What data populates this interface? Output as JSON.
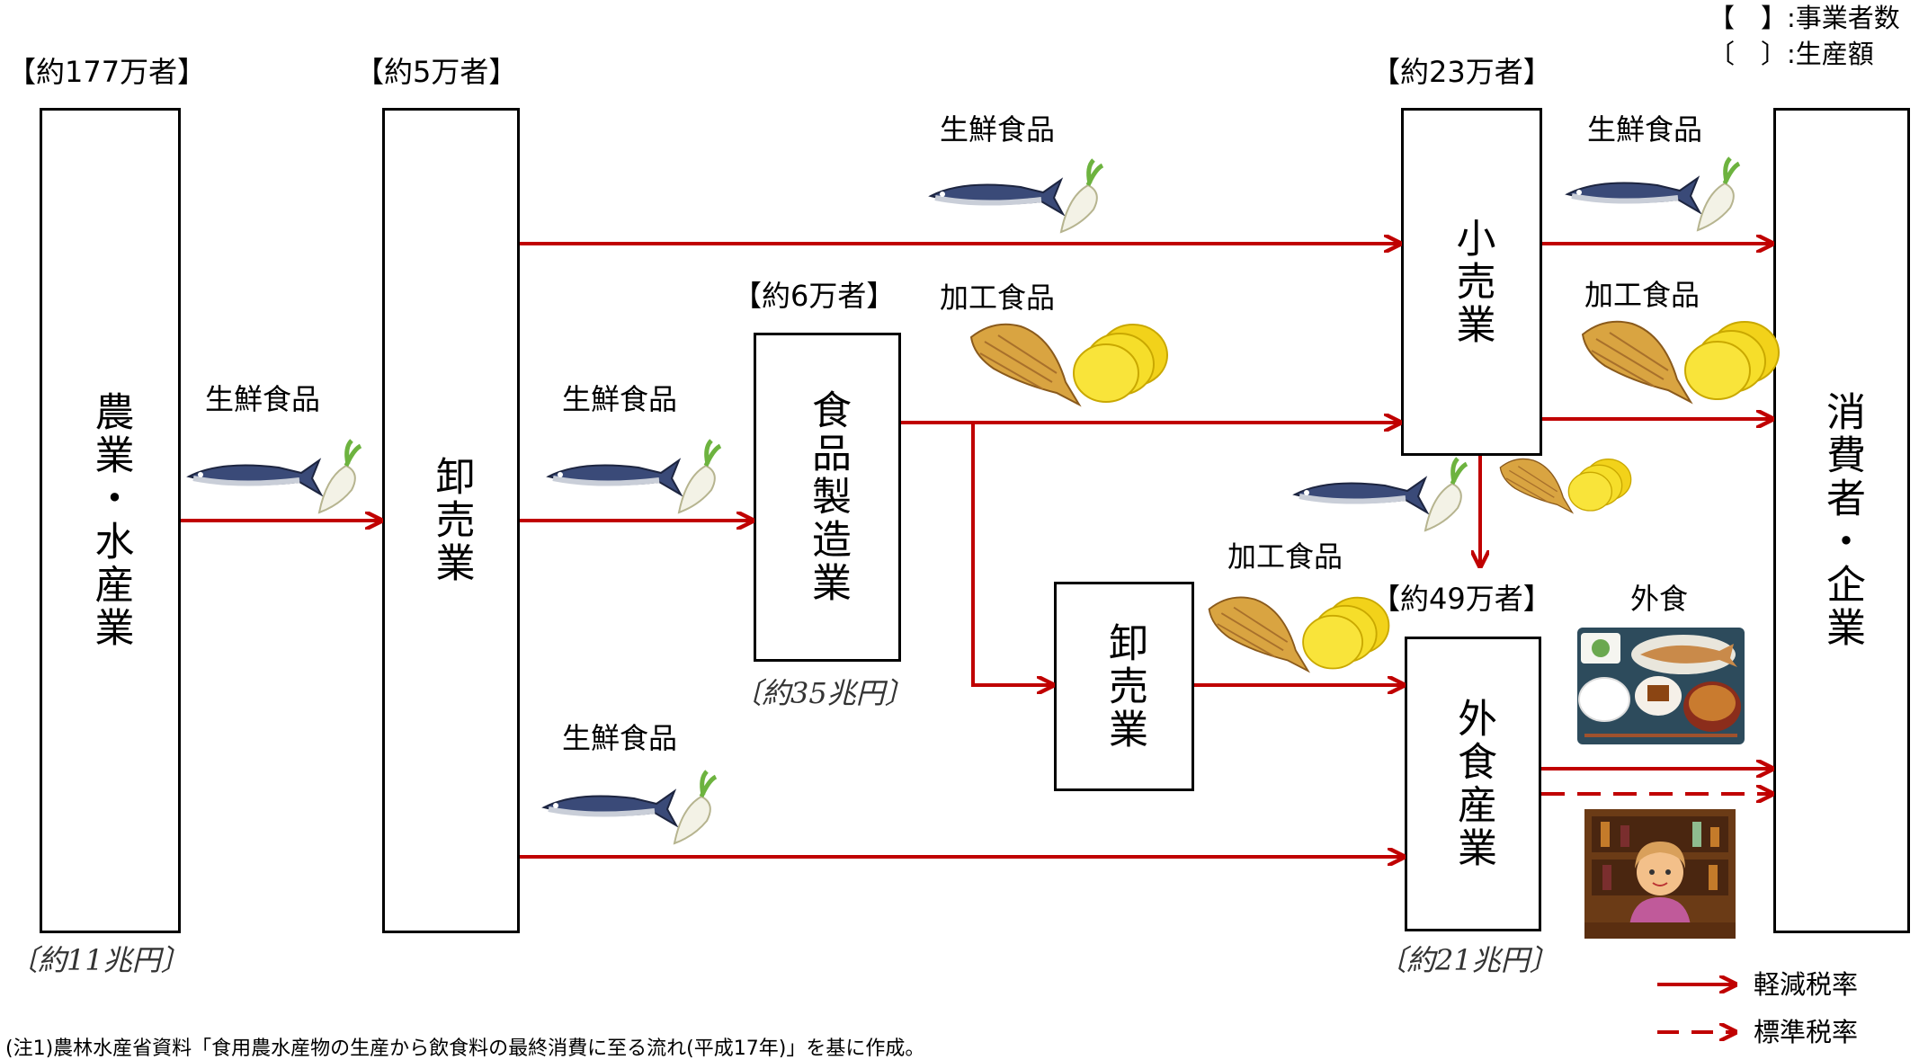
{
  "legend_top": {
    "count_label": "【　】:事業者数",
    "amount_label": "〔　〕:生産額"
  },
  "nodes": {
    "agri": {
      "label": "農業・水産業",
      "count": "【約177万者】",
      "amount": "〔約11兆円〕"
    },
    "wholesale1": {
      "label": "卸売業",
      "count": "【約5万者】"
    },
    "manufacturing": {
      "label": "食品製造業",
      "count": "【約6万者】",
      "amount": "〔約35兆円〕"
    },
    "wholesale2": {
      "label": "卸売業"
    },
    "retail": {
      "label": "小売業",
      "count": "【約23万者】"
    },
    "foodservice": {
      "label": "外食産業",
      "count": "【約49万者】",
      "amount": "〔約21兆円〕"
    },
    "consumer": {
      "label": "消費者・企業"
    }
  },
  "flow_labels": {
    "fresh": "生鮮食品",
    "processed": "加工食品",
    "eating_out": "外食"
  },
  "legend_bottom": {
    "reduced": "軽減税率",
    "standard": "標準税率"
  },
  "note": "(注1)農林水産省資料「食用農水産物の生産から飲食料の最終消費に至る流れ(平成17年)」を基に作成。",
  "colors": {
    "arrow": "#c00000",
    "box_border": "#000000"
  }
}
